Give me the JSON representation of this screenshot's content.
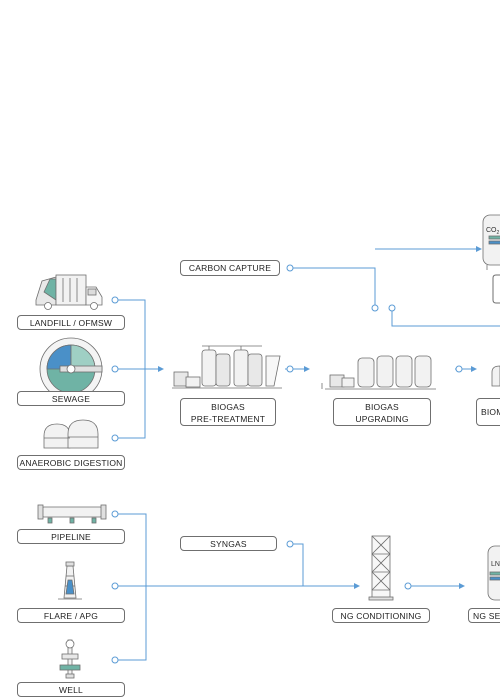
{
  "colors": {
    "line": "#5b9bd5",
    "outline": "#6f6f6f",
    "equipment_light": "#ededed",
    "equipment_mid": "#cfcfcf",
    "teal": "#6fb3a5",
    "blue": "#4a90c8"
  },
  "sources": {
    "landfill": "LANDFILL / OFMSW",
    "sewage": "SEWAGE",
    "anaerobic": "ANAEROBIC DIGESTION",
    "pipeline": "PIPELINE",
    "flare": "FLARE / APG",
    "well": "WELL"
  },
  "processes": {
    "carbon_capture": "CARBON CAPTURE",
    "pretreatment_line1": "BIOGAS",
    "pretreatment_line2": "PRE-TREATMENT",
    "upgrading_line1": "BIOGAS",
    "upgrading_line2": "UPGRADING",
    "biomethane_partial": "BIOM",
    "syngas": "SYNGAS",
    "ng_conditioning": "NG CONDITIONING",
    "ng_partial": "NG SE"
  },
  "icons": {
    "co2_tank_label": "CO",
    "co2_subscript": "2",
    "lng_tank_label": "LN"
  }
}
